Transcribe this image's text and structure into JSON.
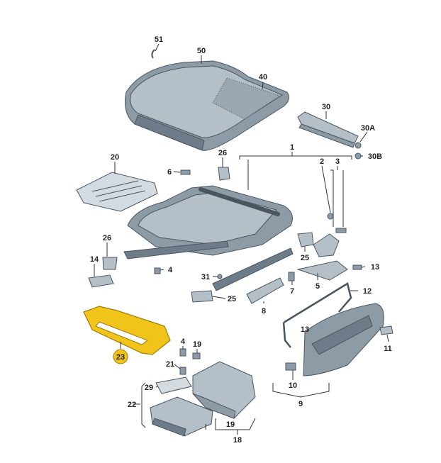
{
  "labels": {
    "p1": "1",
    "p2": "2",
    "p3": "3",
    "p4": "4",
    "p5": "5",
    "p6": "6",
    "p7": "7",
    "p8": "8",
    "p9": "9",
    "p10": "10",
    "p11": "11",
    "p12": "12",
    "p13": "13",
    "p14": "14",
    "p18": "18",
    "p19a": "19",
    "p19b": "19",
    "p20": "20",
    "p21": "21",
    "p22": "22",
    "p23": "23",
    "p25a": "25",
    "p25b": "25",
    "p26a": "26",
    "p26b": "26",
    "p29": "29",
    "p30": "30",
    "p30A": "30A",
    "p30B": "30B",
    "p31": "31",
    "p4b": "4",
    "p40": "40",
    "p50": "50",
    "p51": "51"
  },
  "highlight": {
    "part": "23",
    "color": "#f0c419",
    "outline": "#a07d08"
  },
  "colors": {
    "part_fill": "#8d9ba6",
    "part_dark": "#6d7c88",
    "line": "#333333"
  }
}
